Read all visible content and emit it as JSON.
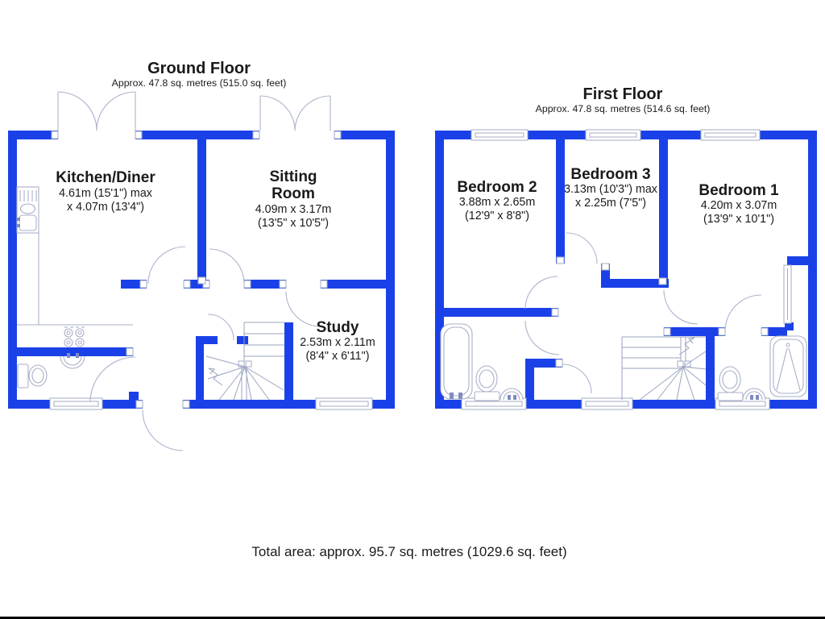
{
  "colors": {
    "wall_blue": "#1a41e8",
    "fixture_gray": "#a9b0c9",
    "text": "#1a1a1a",
    "background": "#ffffff"
  },
  "ground_floor": {
    "title": "Ground Floor",
    "area": "Approx. 47.8 sq. metres (515.0 sq. feet)",
    "rooms": [
      {
        "name": "Kitchen/Diner",
        "dims_line1": "4.61m (15'1\") max",
        "dims_line2": "x 4.07m (13'4\")"
      },
      {
        "name": "Sitting Room",
        "name_lines": [
          "Sitting",
          "Room"
        ],
        "dims_line1": "4.09m x 3.17m",
        "dims_line2": "(13'5\" x 10'5\")"
      },
      {
        "name": "Study",
        "dims_line1": "2.53m x 2.11m",
        "dims_line2": "(8'4\" x 6'11\")"
      }
    ]
  },
  "first_floor": {
    "title": "First Floor",
    "area": "Approx. 47.8 sq. metres (514.6 sq. feet)",
    "rooms": [
      {
        "name": "Bedroom 2",
        "dims_line1": "3.88m x 2.65m",
        "dims_line2": "(12'9\" x 8'8\")"
      },
      {
        "name": "Bedroom 3",
        "dims_line1": "3.13m (10'3\") max",
        "dims_line2": "x 2.25m (7'5\")"
      },
      {
        "name": "Bedroom 1",
        "dims_line1": "4.20m x 3.07m",
        "dims_line2": "(13'9\" x 10'1\")"
      }
    ]
  },
  "footer": {
    "total_area": "Total area: approx. 95.7 sq. metres (1029.6 sq. feet)"
  }
}
